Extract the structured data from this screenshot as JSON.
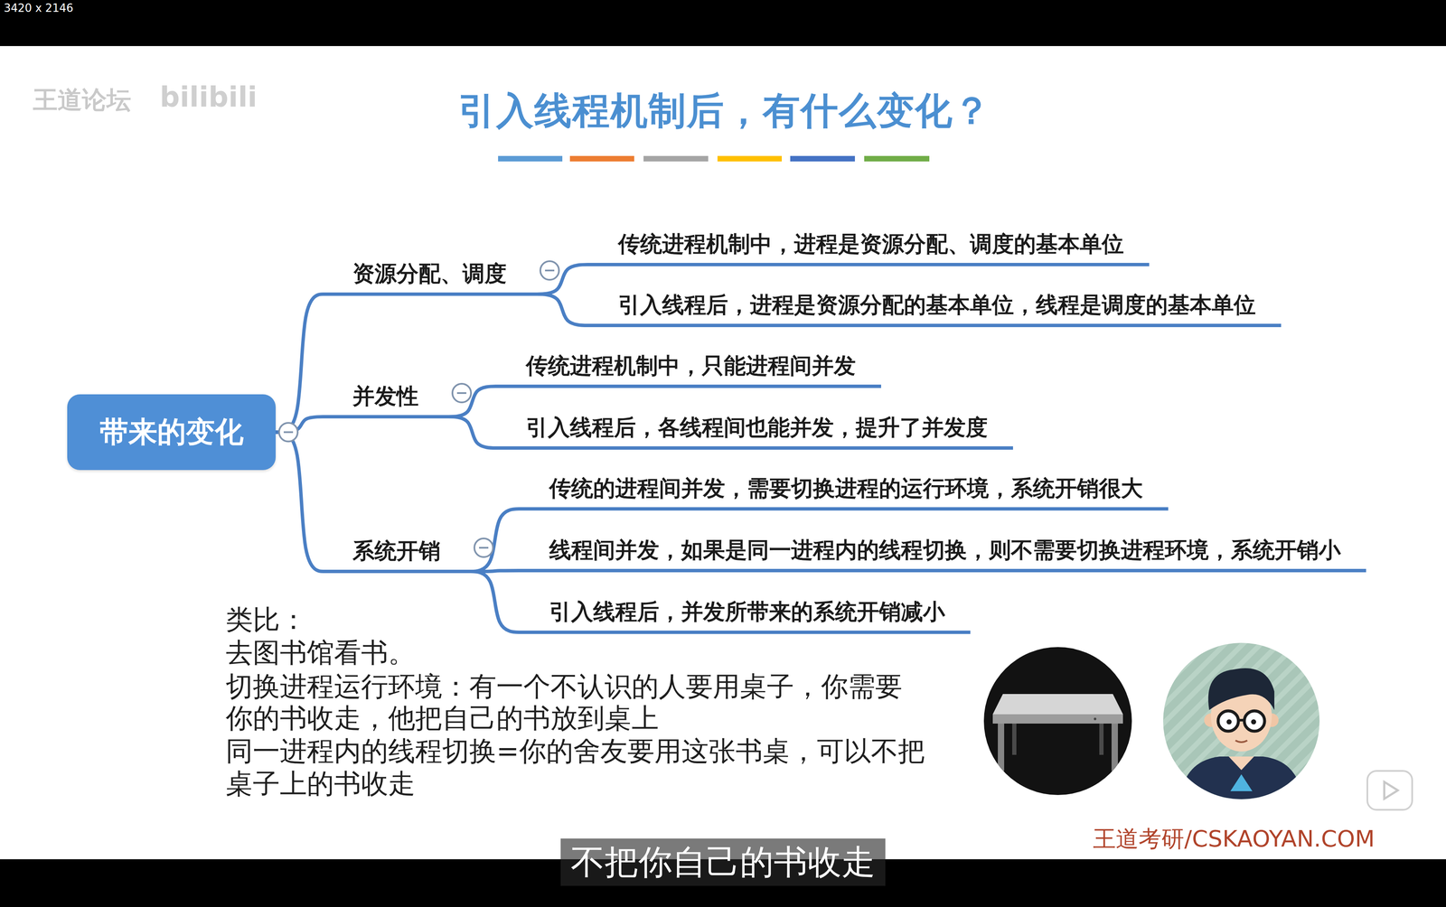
{
  "diagram": {
    "title": "引入线程机制后，有什么变化？",
    "caption": "不把你自己的书收走",
    "nodes": [
      {
        "text": [
          "带来的变化"
        ]
      },
      {
        "text": [
          "资源分配、调度"
        ]
      },
      {
        "text": [
          "传统进程机制中，进程是资源分配、调度的基本单位"
        ]
      },
      {
        "text": [
          "引入线程后，进程是资源分配的基本单位，线程是调度的基本单位"
        ]
      },
      {
        "text": [
          "并发性"
        ]
      },
      {
        "text": [
          "传统进程机制中，只能进程间并发"
        ]
      },
      {
        "text": [
          "引入线程后，各线程间也能并发，提升了并发度"
        ]
      },
      {
        "text": [
          "系统开销"
        ]
      },
      {
        "text": [
          "传统的进程间并发，需要切换进程的运行环境，系统开销很大"
        ]
      },
      {
        "text": [
          "线程间并发，如果是同一进程内的线程切换，则不需要切换进程环境，系统开销小"
        ]
      },
      {
        "text": [
          "引入线程后，并发所带来的系统开销减小"
        ]
      }
    ],
    "edges": [
      {
        "from": 0,
        "to": 1,
        "arrow": "none"
      },
      {
        "from": 0,
        "to": 4,
        "arrow": "none"
      },
      {
        "from": 0,
        "to": 7,
        "arrow": "none"
      },
      {
        "from": 1,
        "to": 2,
        "arrow": "none"
      },
      {
        "from": 1,
        "to": 3,
        "arrow": "none"
      },
      {
        "from": 4,
        "to": 5,
        "arrow": "none"
      },
      {
        "from": 4,
        "to": 6,
        "arrow": "none"
      },
      {
        "from": 7,
        "to": 8,
        "arrow": "none"
      },
      {
        "from": 7,
        "to": 9,
        "arrow": "none"
      },
      {
        "from": 7,
        "to": 10,
        "arrow": "none"
      }
    ],
    "labels": [
      "3420 x 2146",
      "王道论坛",
      "bilibili",
      "类比：",
      "去图书馆看书。",
      "切换进程运行环境：有一个不认识的人要用桌子，你需要",
      "你的书收走，他把自己的书放到桌上",
      "同一进程内的线程切换=你的舍友要用这张书桌，可以不把",
      "桌子上的书收走",
      "王道考研/CSKAOYAN.COM"
    ]
  }
}
